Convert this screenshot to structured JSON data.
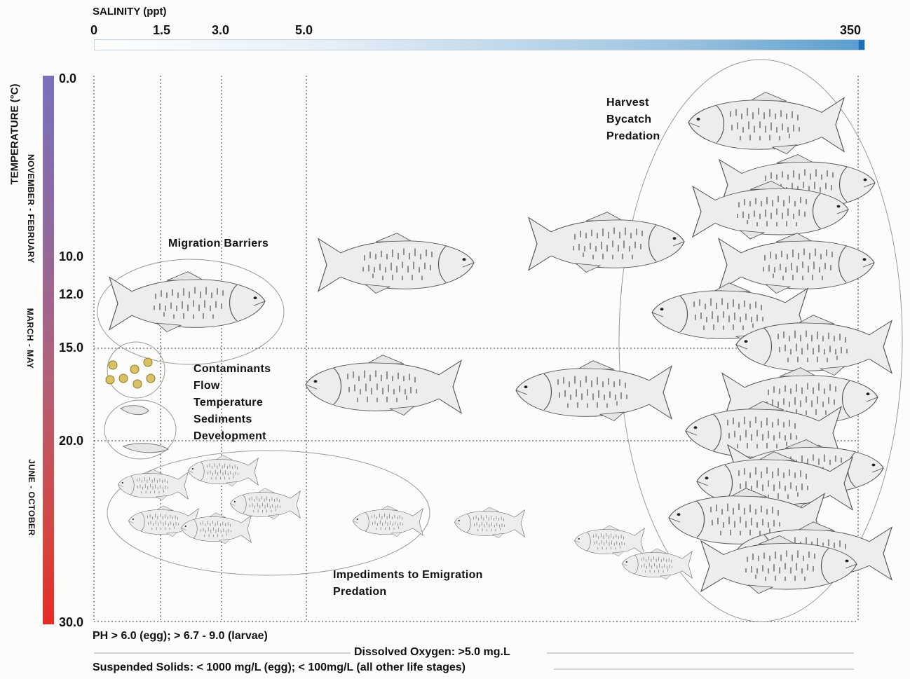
{
  "salinity": {
    "title": "SALINITY (ppt)",
    "ticks": [
      "0",
      "1.5",
      "3.0",
      "5.0",
      "350"
    ]
  },
  "temperature": {
    "title": "TEMPERATURE (°C)",
    "ticks": [
      "0.0",
      "10.0",
      "12.0",
      "15.0",
      "20.0",
      "30.0"
    ],
    "seasons": [
      "NOVEMBER - FEBRUARY",
      "MARCH - MAY",
      "JUNE - OCTOBER"
    ],
    "scale_colors": [
      "#7a70bd",
      "#b36078",
      "#e62a24"
    ]
  },
  "labels": {
    "migration": "Migration Barriers",
    "contaminants": [
      "Contaminants",
      "Flow",
      "Temperature",
      "Sediments",
      "Development"
    ],
    "impediments": [
      "Impediments to Emigration",
      "Predation"
    ],
    "harvest": [
      "Harvest",
      "Bycatch",
      "Predation"
    ]
  },
  "bottom": {
    "ph": "PH > 6.0 (egg); > 6.7 - 9.0 (larvae)",
    "oxygen": "Dissolved Oxygen: >5.0 mg.L",
    "solids": "Suspended Solids: < 1000 mg/L (egg); < 100mg/L (all other life stages)"
  },
  "icons": [
    "fish-icon",
    "egg-icon",
    "larva-icon"
  ]
}
